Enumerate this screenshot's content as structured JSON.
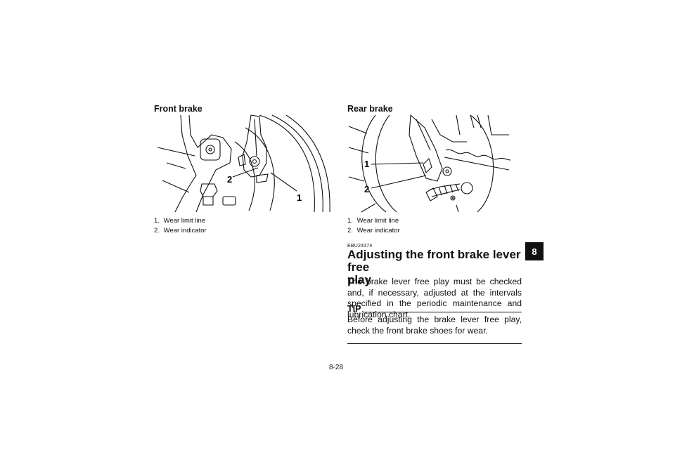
{
  "left": {
    "figure_title": "Front brake",
    "callouts": [
      "1",
      "2"
    ],
    "captions": [
      {
        "num": "1.",
        "text": "Wear limit line"
      },
      {
        "num": "2.",
        "text": "Wear indicator"
      }
    ]
  },
  "right": {
    "figure_title": "Rear brake",
    "callouts": [
      "1",
      "2"
    ],
    "captions": [
      {
        "num": "1.",
        "text": "Wear limit line"
      },
      {
        "num": "2.",
        "text": "Wear indicator"
      }
    ],
    "section_code": "EBU24374",
    "heading_line1": "Adjusting the front brake lever free",
    "heading_line2": "play",
    "paragraph": "The brake lever free play must be checked and, if necessary, adjusted at the intervals specified in the periodic maintenance and lubrication chart.",
    "tip_label": "TIP",
    "tip_text": "Before adjusting the brake lever free play, check the front brake shoes for wear."
  },
  "chapter_tab": "8",
  "page_number": "8-28"
}
